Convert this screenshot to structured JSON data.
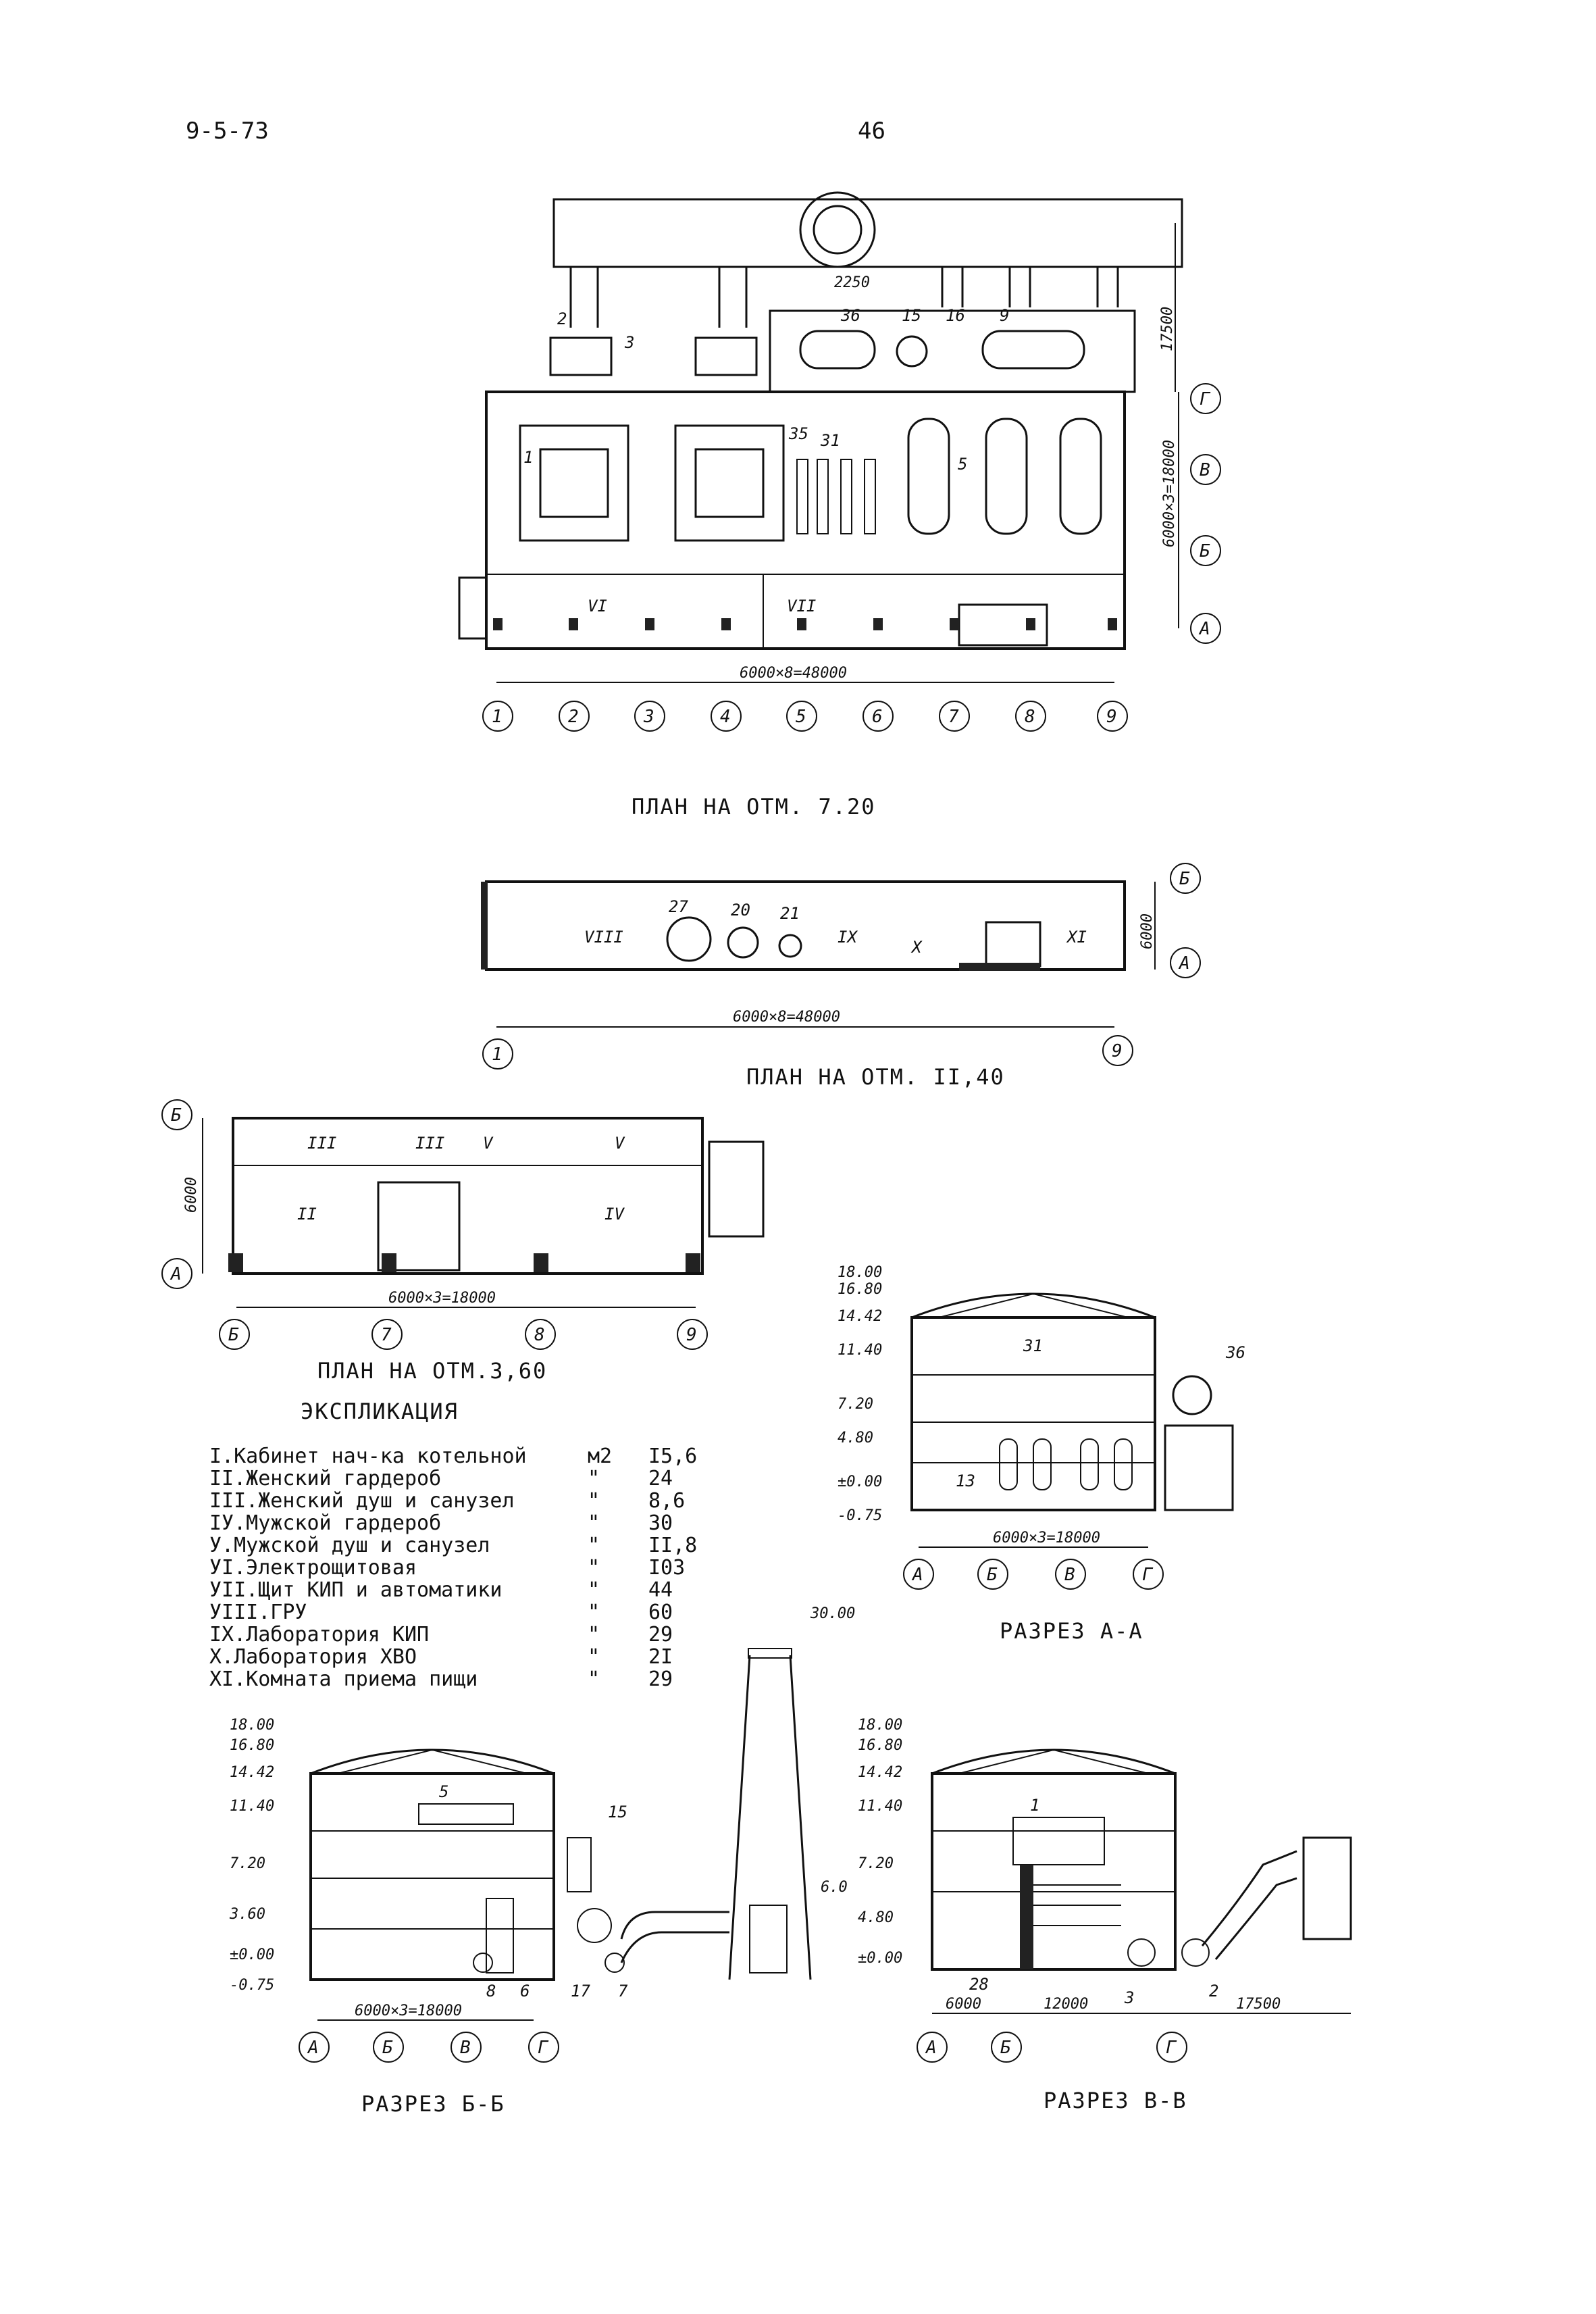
{
  "header": {
    "doc_code": "9-5-73",
    "page_number": "46"
  },
  "plan_720": {
    "caption": "ПЛАН НА ОТМ. 7.20",
    "dims": {
      "pitch": "6000×8=48000",
      "rows": "6000×3=18000",
      "top": "17500",
      "offset": "2250"
    },
    "col_axes": [
      "1",
      "2",
      "3",
      "4",
      "5",
      "6",
      "7",
      "8",
      "9"
    ],
    "row_axes": [
      "Г",
      "В",
      "Б",
      "А"
    ],
    "markers": [
      "2",
      "3",
      "36",
      "15",
      "16",
      "9",
      "1",
      "35",
      "31",
      "5"
    ],
    "rooms": [
      "VI",
      "VII"
    ]
  },
  "plan_1140": {
    "caption": "ПЛАН НА ОТМ. II,40",
    "dims": {
      "pitch": "6000×8=48000",
      "depth": "6000"
    },
    "col_axes": [
      "1",
      "9"
    ],
    "row_axes": [
      "Б",
      "А"
    ],
    "markers": [
      "27",
      "20",
      "21"
    ],
    "rooms": [
      "VIII",
      "IX",
      "X",
      "XI"
    ]
  },
  "plan_360": {
    "caption": "ПЛАН НА ОТМ.3,60",
    "dims": {
      "pitch": "6000×3=18000",
      "depth": "6000"
    },
    "col_axes": [
      "Б",
      "7",
      "8",
      "9"
    ],
    "row_axes": [
      "Б",
      "А"
    ],
    "rooms": [
      "III",
      "III",
      "V",
      "V",
      "II",
      "IV"
    ]
  },
  "explication": {
    "title": "ЭКСПЛИКАЦИЯ",
    "items": [
      {
        "label": "I.Кабинет нач-ка котельной",
        "unit": "м2",
        "value": "I5,6"
      },
      {
        "label": "II.Женский гардероб",
        "unit": "\"",
        "value": "24"
      },
      {
        "label": "III.Женский душ и санузел",
        "unit": "\"",
        "value": "8,6"
      },
      {
        "label": "IУ.Мужской гардероб",
        "unit": "\"",
        "value": "30"
      },
      {
        "label": "У.Мужской душ и санузел",
        "unit": "\"",
        "value": "II,8"
      },
      {
        "label": "УI.Электрощитовая",
        "unit": "\"",
        "value": "I03"
      },
      {
        "label": "УII.Щит КИП и автоматики",
        "unit": "\"",
        "value": "44"
      },
      {
        "label": "УIII.ГРУ",
        "unit": "\"",
        "value": "60"
      },
      {
        "label": "IX.Лаборатория КИП",
        "unit": "\"",
        "value": "29"
      },
      {
        "label": "X.Лаборатория ХВО",
        "unit": "\"",
        "value": "2I"
      },
      {
        "label": "XI.Комната приема пищи",
        "unit": "\"",
        "value": "29"
      }
    ]
  },
  "section_aa": {
    "caption": "РАЗРЕЗ А-А",
    "levels": [
      "18.00",
      "16.80",
      "14.42",
      "11.40",
      "7.20",
      "4.80",
      "±0.00",
      "-0.75"
    ],
    "dims": {
      "pitch": "6000×3=18000"
    },
    "axes": [
      "А",
      "Б",
      "В",
      "Г"
    ],
    "markers": [
      "31",
      "36",
      "13"
    ]
  },
  "section_bb": {
    "caption": "РАЗРЕЗ Б-Б",
    "levels": [
      "18.00",
      "16.80",
      "14.42",
      "11.40",
      "7.20",
      "3.60",
      "±0.00",
      "-0.75"
    ],
    "dims": {
      "pitch": "6000×3=18000",
      "stack_top": "30.00",
      "stack_mid": "6.0"
    },
    "axes": [
      "А",
      "Б",
      "В",
      "Г"
    ],
    "markers": [
      "5",
      "15",
      "8",
      "6",
      "17",
      "7"
    ]
  },
  "section_vv": {
    "caption": "РАЗРЕЗ В-В",
    "levels": [
      "18.00",
      "16.80",
      "14.42",
      "11.40",
      "7.20",
      "4.80",
      "±0.00"
    ],
    "dims": {
      "d1": "6000",
      "d2": "12000",
      "d3": "17500"
    },
    "axes": [
      "А",
      "Б",
      "Г"
    ],
    "markers": [
      "1",
      "28",
      "3",
      "2"
    ]
  }
}
